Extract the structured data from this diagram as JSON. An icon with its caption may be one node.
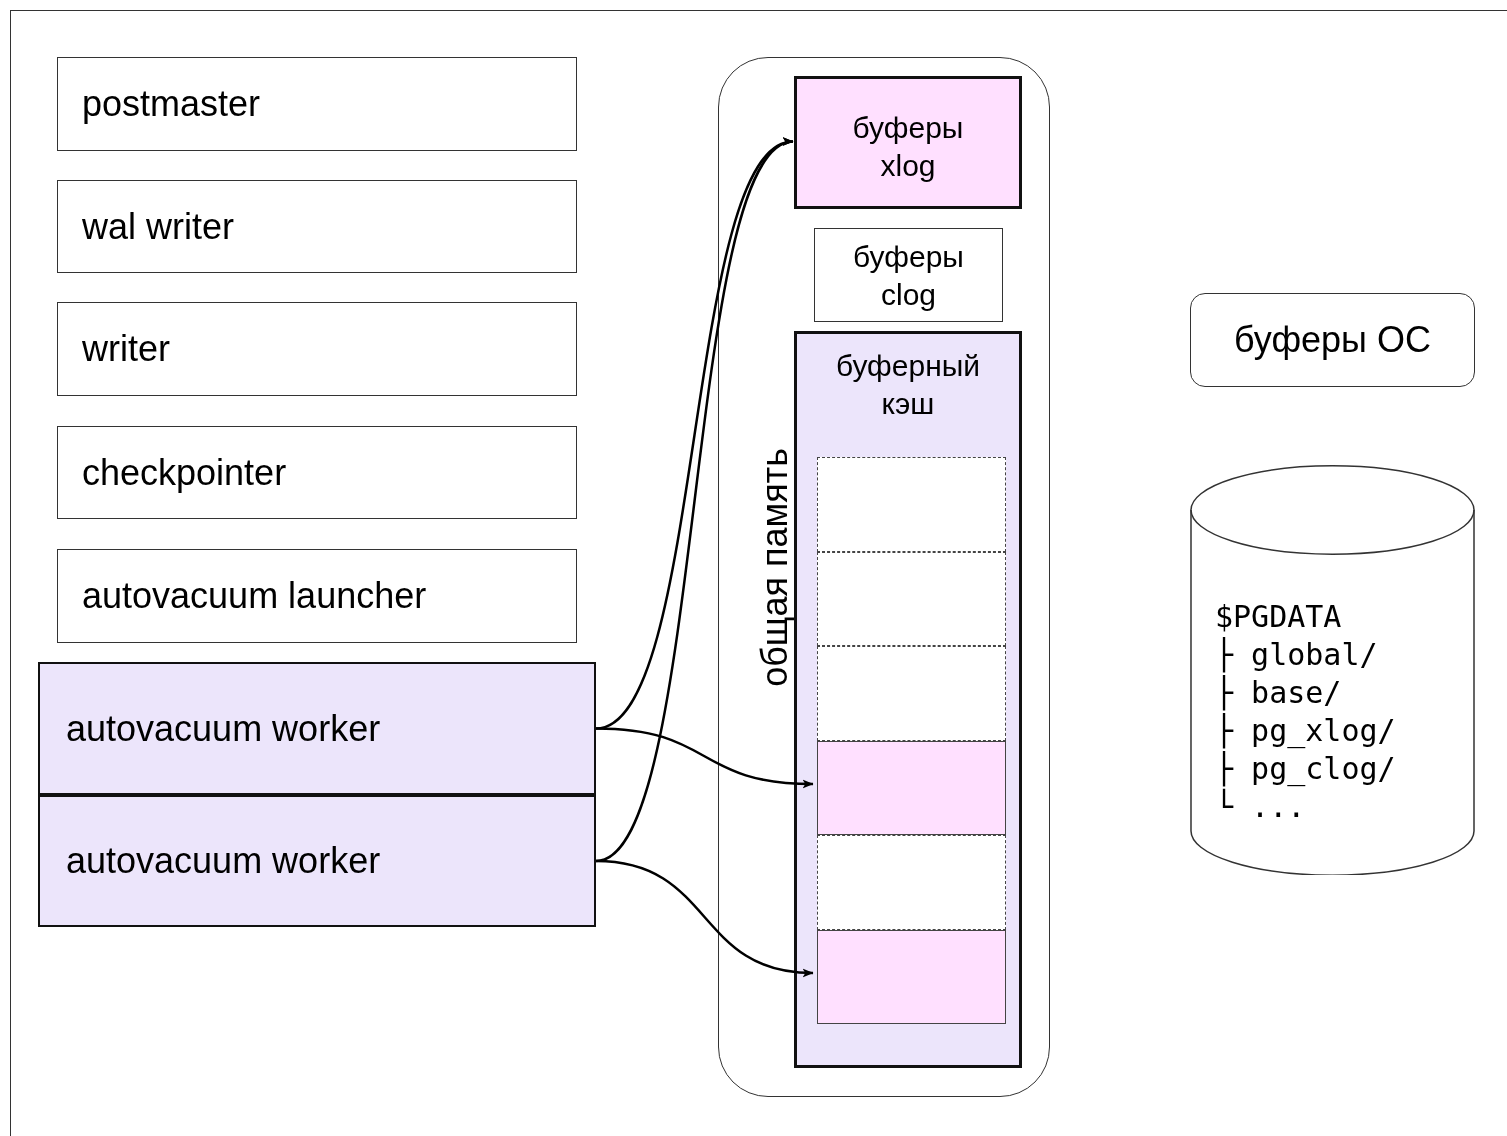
{
  "diagram": {
    "nodes": [
      {
        "text": [
          "postmaster"
        ]
      },
      {
        "text": [
          "wal writer"
        ]
      },
      {
        "text": [
          "writer"
        ]
      },
      {
        "text": [
          "checkpointer"
        ]
      },
      {
        "text": [
          "autovacuum launcher"
        ]
      },
      {
        "text": [
          "autovacuum worker"
        ]
      },
      {
        "text": [
          "autovacuum worker"
        ]
      },
      {
        "text": [
          "общая память"
        ]
      },
      {
        "text": [
          "буферы xlog"
        ],
        "in": 7
      },
      {
        "text": [
          "буферы clog"
        ],
        "in": 7
      },
      {
        "text": [
          "буферный кэш"
        ],
        "in": 7
      },
      {
        "text": [],
        "shape": "box",
        "in": 10
      },
      {
        "text": [],
        "shape": "box",
        "in": 10
      },
      {
        "text": [],
        "shape": "box",
        "in": 10
      },
      {
        "text": [],
        "shape": "box",
        "in": 10
      },
      {
        "text": [],
        "shape": "box",
        "in": 10
      },
      {
        "text": [],
        "shape": "box",
        "in": 10
      },
      {
        "text": [
          "буферы ОС"
        ]
      },
      {
        "text": [
          "$PGDATA",
          "├ global/",
          "├ base/",
          "├ pg_xlog/",
          "├ pg_clog/",
          "└ ..."
        ]
      }
    ],
    "edges": [
      {
        "from": 5,
        "to": 8,
        "arrow": "to"
      },
      {
        "from": 5,
        "to": 14,
        "arrow": "to"
      },
      {
        "from": 6,
        "to": 8,
        "arrow": "to"
      },
      {
        "from": 6,
        "to": 16,
        "arrow": "to"
      }
    ]
  }
}
